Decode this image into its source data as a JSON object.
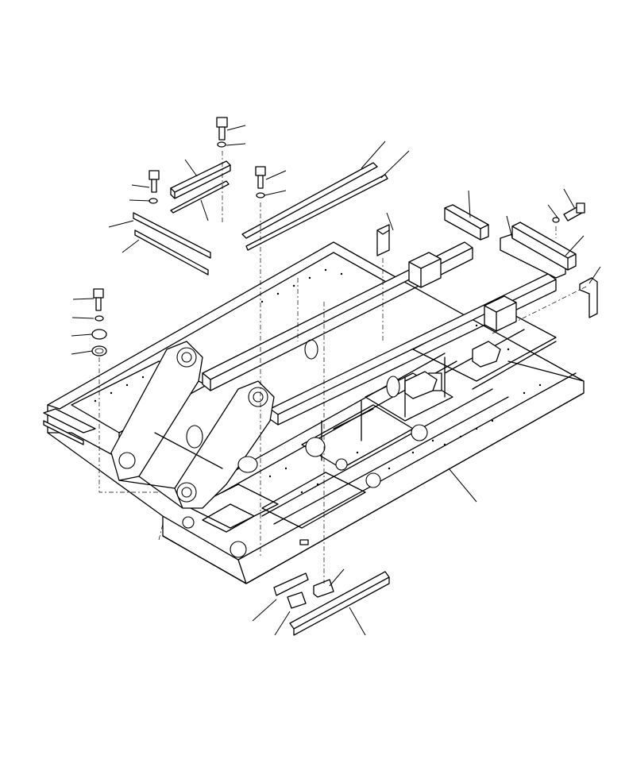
{
  "figure": {
    "kind": "exploded parts diagram",
    "style": "black line art on white",
    "callout_count": 30,
    "part_groups": [
      "main-frame",
      "boom-mount-bracket",
      "rear-counterweight-rail",
      "side-rails",
      "top-strips",
      "bolts",
      "washers",
      "lower-strips",
      "blocks"
    ]
  }
}
